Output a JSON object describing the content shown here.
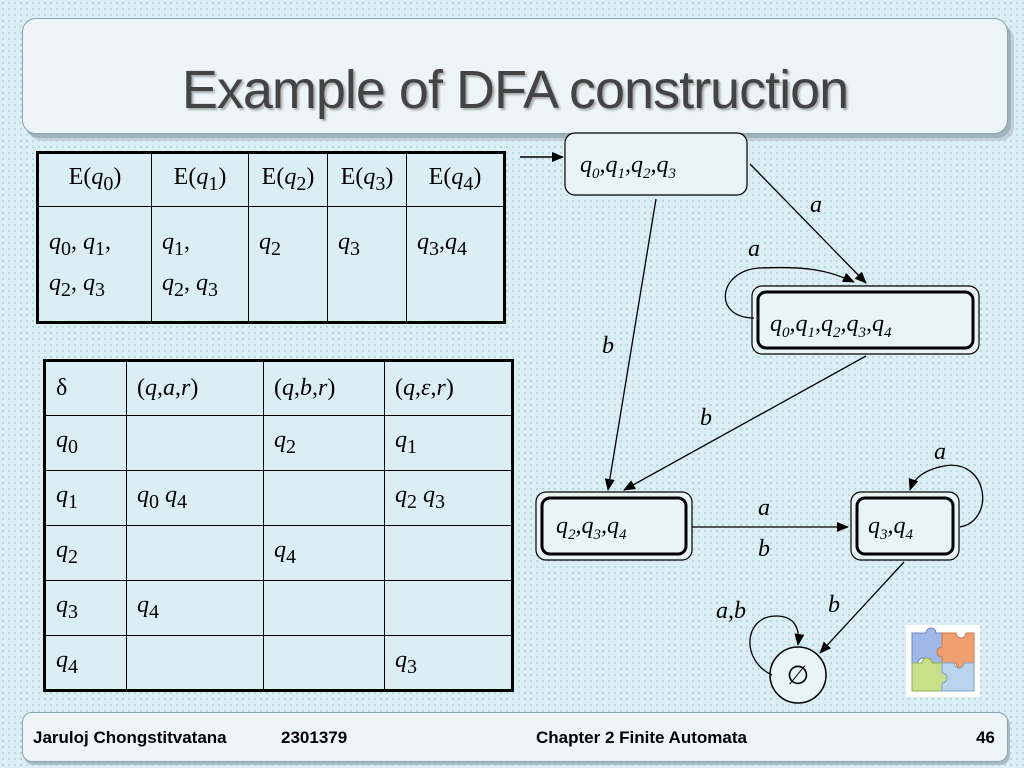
{
  "slide": {
    "title": "Example of DFA construction"
  },
  "eclosure_table": {
    "headers": [
      "E(q0)",
      "E(q1)",
      "E(q2)",
      "E(q3)",
      "E(q4)"
    ],
    "values": [
      [
        "q0, q1,",
        "q2, q3"
      ],
      [
        "q1,",
        "q2, q3"
      ],
      [
        "q2"
      ],
      [
        "q3"
      ],
      [
        "q3,q4"
      ]
    ]
  },
  "transition_table": {
    "headers": [
      "δ",
      "(q,a,r)",
      "(q,b,r)",
      "(q,ε,r)"
    ],
    "rows": [
      [
        "q0",
        "",
        "q2",
        "q1"
      ],
      [
        "q1",
        "q0 q4",
        "",
        "q2 q3"
      ],
      [
        "q2",
        "",
        "q4",
        ""
      ],
      [
        "q3",
        "q4",
        "",
        ""
      ],
      [
        "q4",
        "",
        "",
        "q3"
      ]
    ]
  },
  "dfa": {
    "states": [
      "q0,q1,q2,q3",
      "q0,q1,q2,q3,q4",
      "q2,q3,q4",
      "q3,q4",
      "∅"
    ],
    "edge_labels": [
      "a",
      "a",
      "b",
      "b",
      "a",
      "b",
      "a",
      "b",
      "a,b"
    ]
  },
  "footer": {
    "author": "Jaruloj Chongstitvatana",
    "course": "2301379",
    "chapter": "Chapter 2 Finite Automata",
    "page": "46"
  },
  "icons": {
    "decoration": "puzzle-icon"
  }
}
